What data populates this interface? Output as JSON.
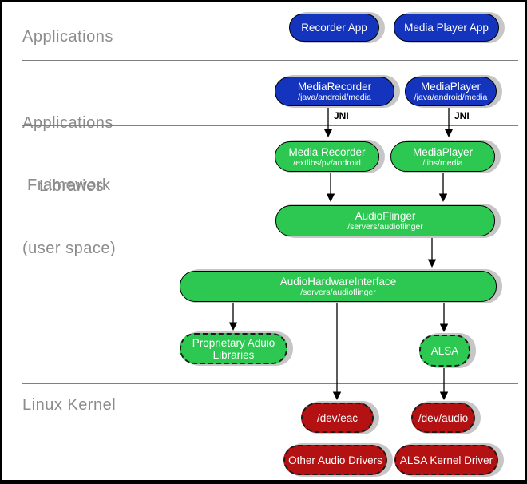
{
  "sections": {
    "applications": {
      "line1": "Applications"
    },
    "framework": {
      "line1": "Applications",
      "line2": "Framework"
    },
    "libraries": {
      "line1": "Libraries",
      "line2": "(user space)"
    },
    "kernel": {
      "line1": "Linux Kernel"
    }
  },
  "edge_labels": {
    "jni_left": "JNI",
    "jni_right": "JNI"
  },
  "nodes": {
    "recorder_app": {
      "title": "Recorder App"
    },
    "media_player_app": {
      "title": "Media Player App"
    },
    "media_recorder_fw": {
      "title": "MediaRecorder",
      "subtitle": "/java/android/media"
    },
    "media_player_fw": {
      "title": "MediaPlayer",
      "subtitle": "/java/android/media"
    },
    "media_recorder_lib": {
      "title": "Media Recorder",
      "subtitle": "/extlibs/pv/android"
    },
    "media_player_lib": {
      "title": "MediaPlayer",
      "subtitle": "/libs/media"
    },
    "audioflinger": {
      "title": "AudioFlinger",
      "subtitle": "/servers/audioflinger"
    },
    "audio_hw_interface": {
      "title": "AudioHardwareInterface",
      "subtitle": "/servers/audioflinger"
    },
    "proprietary_audio": {
      "title": "Proprietary Aduio",
      "title2": "Libraries"
    },
    "alsa": {
      "title": "ALSA"
    },
    "dev_eac": {
      "title": "/dev/eac"
    },
    "dev_audio": {
      "title": "/dev/audio"
    },
    "other_audio_drivers": {
      "title": "Other Audio Drivers"
    },
    "alsa_kernel_driver": {
      "title": "ALSA Kernel Driver"
    }
  },
  "colors": {
    "app_blue": "#1434bd",
    "lib_green": "#2dc851",
    "kernel_red": "#b31112",
    "shadow": "#c6c6c6",
    "section_label_gray": "#8c8c8c",
    "divider_gray": "#808080"
  }
}
